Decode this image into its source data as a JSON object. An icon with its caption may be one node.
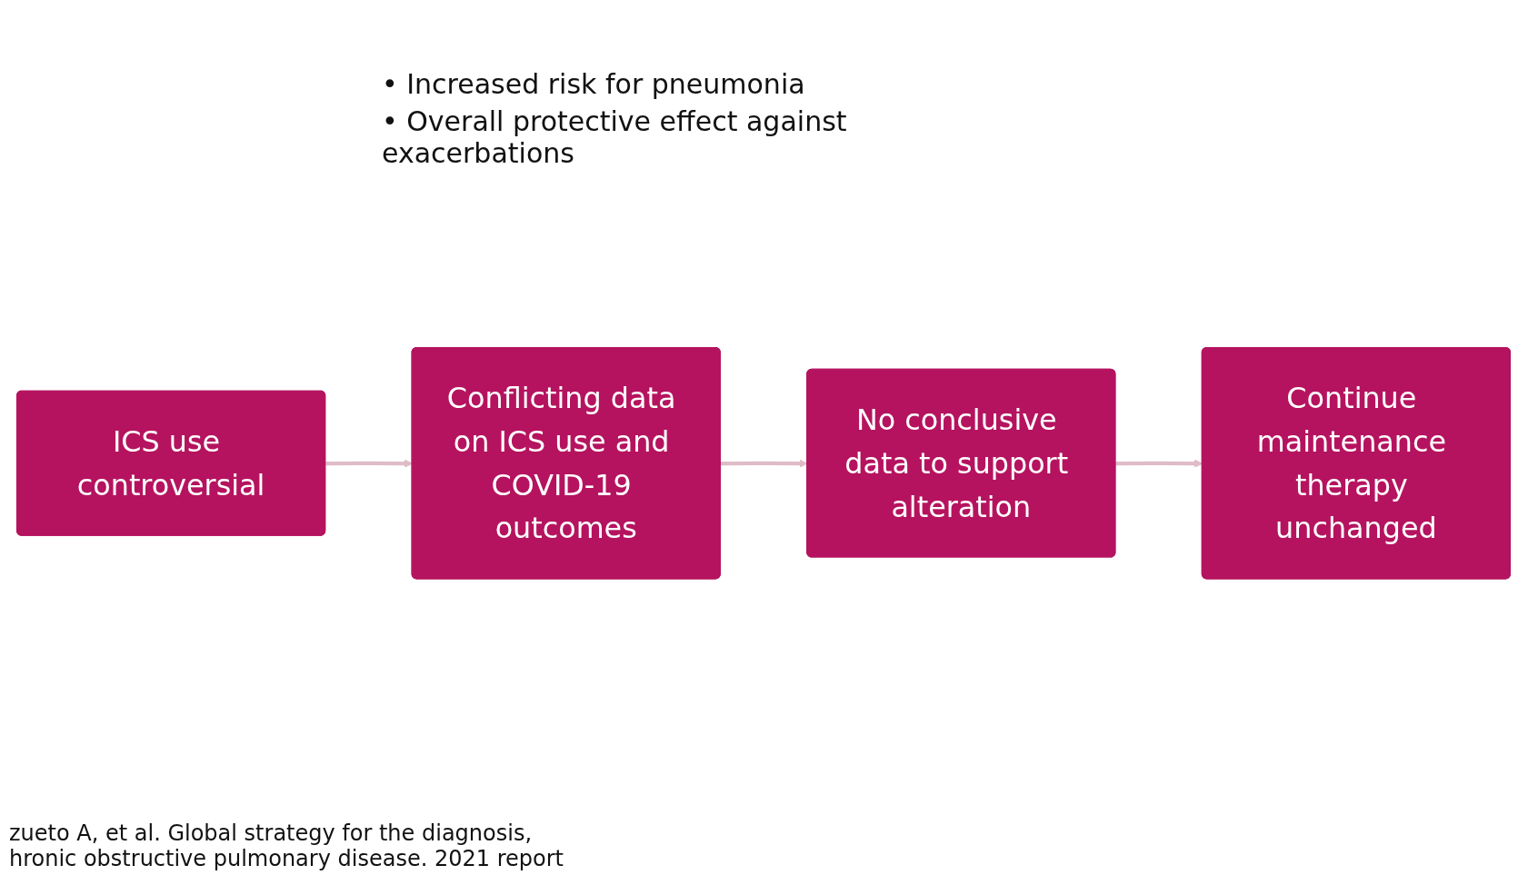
{
  "diagram": {
    "nodes": [
      {
        "text": [
          "ICS use controversial"
        ]
      },
      {
        "text": [
          "Conflicting data on ICS use and COVID-19 outcomes"
        ]
      },
      {
        "text": [
          "No conclusive data to support alteration"
        ]
      },
      {
        "text": [
          "Continue maintenance therapy unchanged"
        ]
      }
    ],
    "edges": [
      {
        "from": 0,
        "to": 1,
        "arrow": "to"
      },
      {
        "from": 1,
        "to": 2,
        "arrow": "to"
      },
      {
        "from": 2,
        "to": 3,
        "arrow": "to"
      }
    ],
    "labels": [
      "• Increased risk for pneumonia",
      "• Overall protective effect against exacerbations",
      "zueto A, et al. Global strategy for the diagnosis, hronic obstructive pulmonary disease. 2021 report"
    ]
  }
}
